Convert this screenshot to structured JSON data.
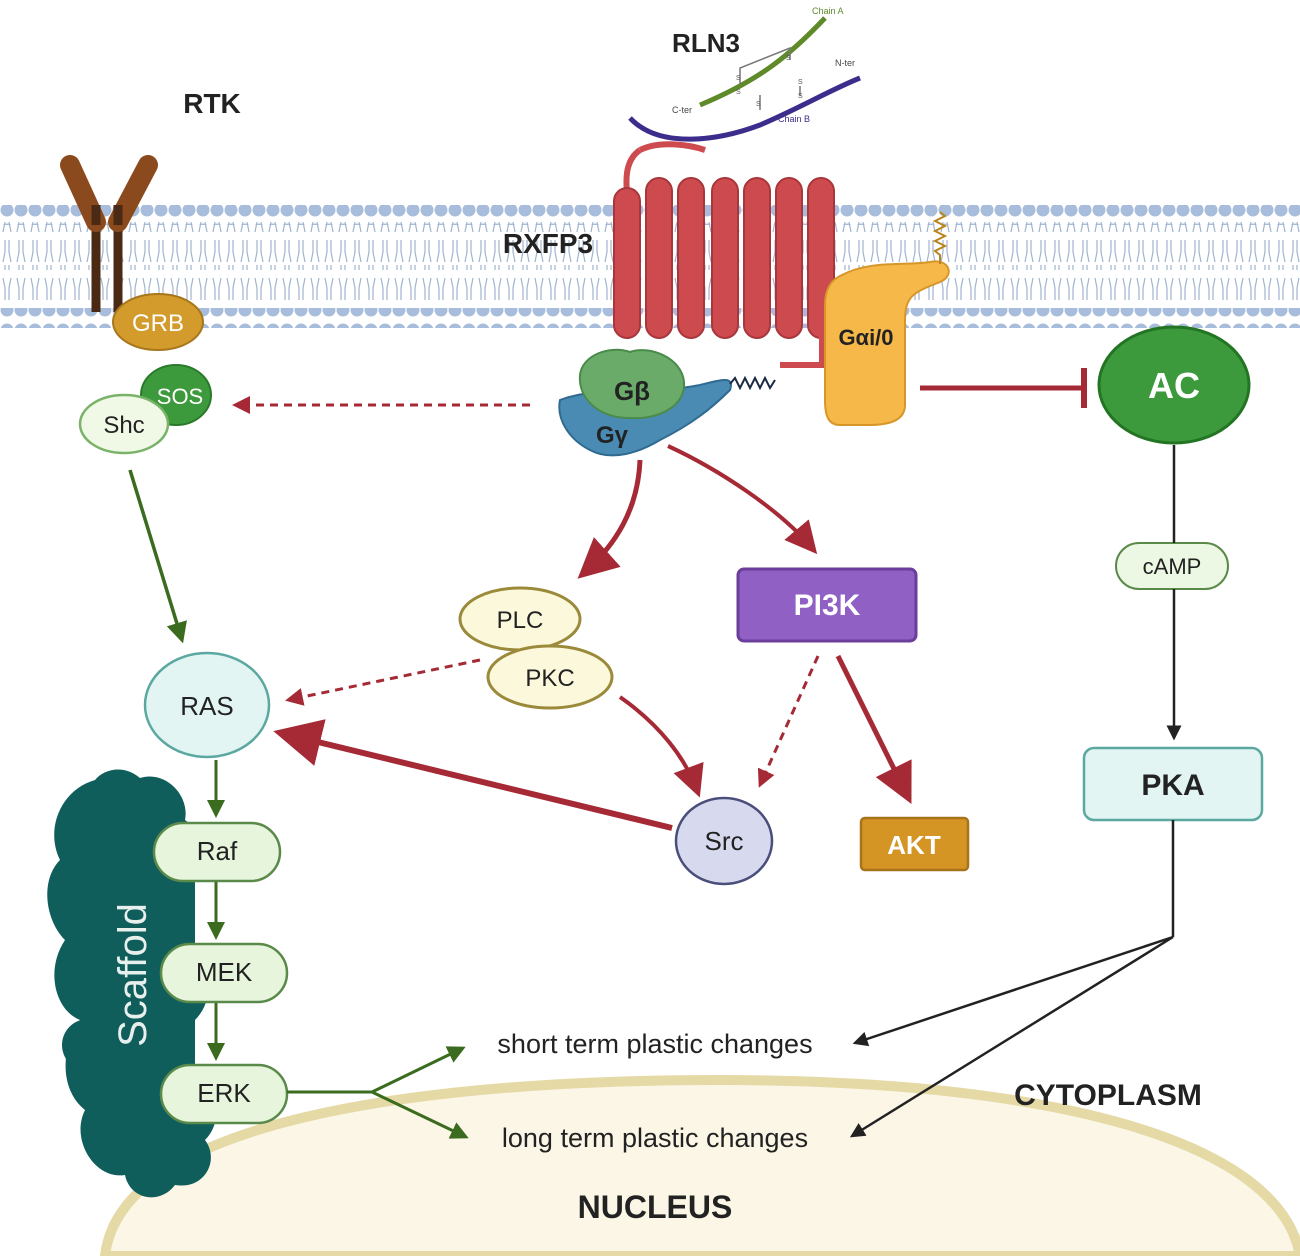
{
  "labels": {
    "rln3": "RLN3",
    "rtk": "RTK",
    "rxfp3": "RXFP3",
    "grb": "GRB",
    "sos": "SOS",
    "shc": "Shc",
    "g_beta": "Gβ",
    "g_gamma": "Gγ",
    "g_alpha": "Gαi/0",
    "ac": "AC",
    "camp": "cAMP",
    "pka": "PKA",
    "plc": "PLC",
    "pkc": "PKC",
    "pi3k": "PI3K",
    "ras": "RAS",
    "raf": "Raf",
    "mek": "MEK",
    "erk": "ERK",
    "src": "Src",
    "akt": "AKT",
    "scaffold": "Scaffold",
    "short_term": "short term plastic changes",
    "long_term": "long term plastic changes",
    "cytoplasm": "CYTOPLASM",
    "nucleus": "NUCLEUS",
    "chain_a": "Chain A",
    "chain_b": "Chain B",
    "c_ter": "C-ter",
    "n_ter": "N-ter",
    "s1": "S",
    "s2": "S",
    "s3": "S",
    "s4": "S",
    "s5": "S",
    "s6": "S"
  },
  "colors": {
    "membrane_head": "#a8bddb",
    "membrane_tail": "#9fb4cf",
    "receptor": "#cd4a4f",
    "rtk": "#8b4a1e",
    "grb": "#d29b2c",
    "g_beta": "#6aab6a",
    "g_gamma": "#4a8bb4",
    "g_alpha": "#f7b84a",
    "ac": "#3c9a3c",
    "pi3k": "#9060c4",
    "akt": "#d49524",
    "scaffold": "#0f5e5c",
    "nucleus_fill": "#fbf6e6",
    "nucleus_border": "#e5d9a6",
    "red_arrow": "#a52a35",
    "green_arrow": "#3a6b1e",
    "plc_fill": "#fbf8dc",
    "plc_border": "#9a8a3a",
    "pale_green": "#e6f5dc",
    "pale_teal": "#e2f5f2",
    "src_fill": "#d7d9ee",
    "chain_a": "#5f8a2a",
    "chain_b": "#3c2d8c"
  }
}
